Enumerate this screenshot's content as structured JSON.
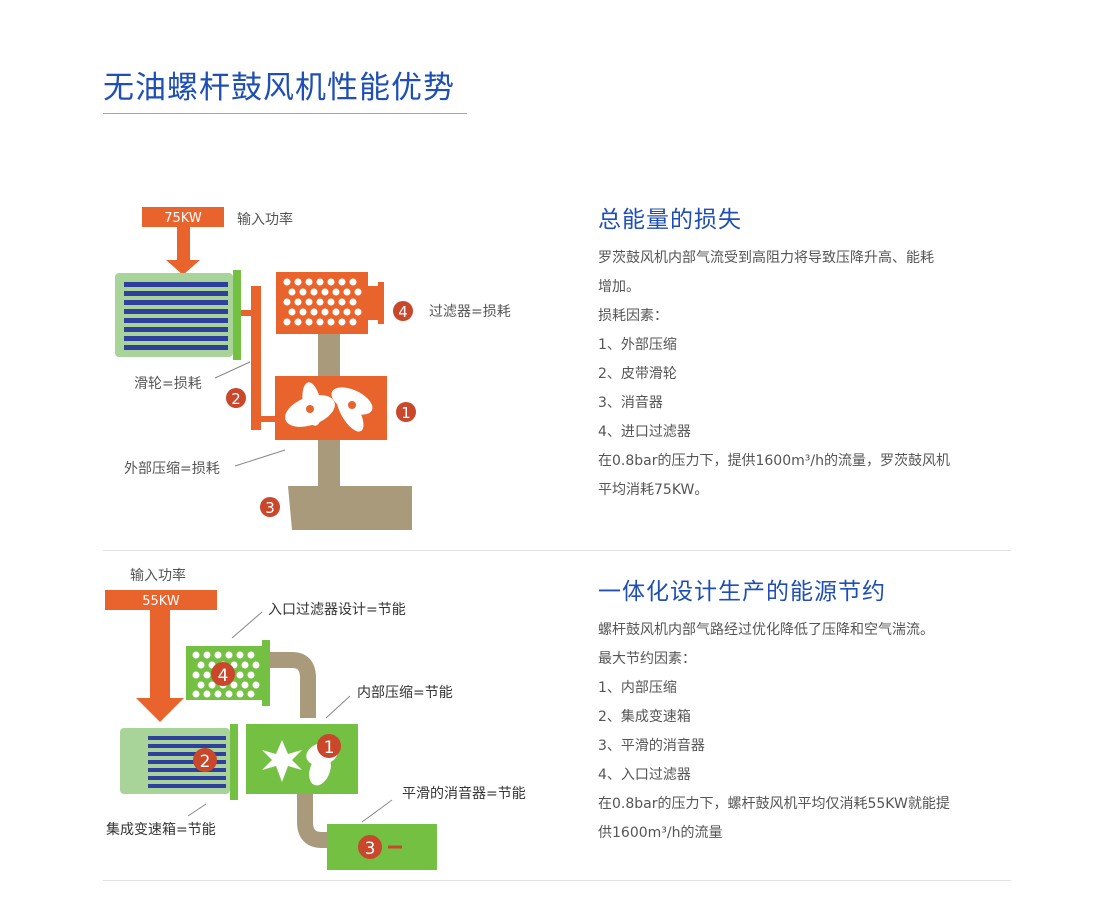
{
  "page_title": "无油螺杆鼓风机性能优势",
  "section1": {
    "heading": "总能量的损失",
    "lines": [
      "罗茨鼓风机内部气流受到高阻力将导致压降升高、能耗",
      "增加。",
      "损耗因素：",
      "1、外部压缩",
      "2、皮带滑轮",
      "3、消音器",
      "4、进口过滤器",
      "在0.8bar的压力下，提供1600m³/h的流量，罗茨鼓风机",
      "平均消耗75KW。"
    ],
    "diagram": {
      "power_value": "75KW",
      "power_label": "输入功率",
      "filter_label": "过滤器=损耗",
      "pulley_label": "滑轮=损耗",
      "compression_label": "外部压缩=损耗",
      "markers": [
        "1",
        "2",
        "3",
        "4"
      ]
    }
  },
  "section2": {
    "heading": "一体化设计生产的能源节约",
    "lines": [
      "螺杆鼓风机内部气路经过优化降低了压降和空气湍流。",
      "最大节约因素：",
      "1、内部压缩",
      "2、集成变速箱",
      "3、平滑的消音器",
      "4、入口过滤器",
      "在0.8bar的压力下，螺杆鼓风机平均仅消耗55KW就能提",
      "供1600m³/h的流量"
    ],
    "diagram": {
      "power_value": "55KW",
      "power_label": "输入功率",
      "filter_label": "入口过滤器设计=节能",
      "compression_label": "内部压缩=节能",
      "silencer_label": "平滑的消音器=节能",
      "gearbox_label": "集成变速箱=节能",
      "markers": [
        "1",
        "2",
        "3",
        "4"
      ]
    }
  },
  "colors": {
    "title_blue": "#1f4fb4",
    "orange": "#e8642c",
    "green": "#74c043",
    "pipe_tan": "#a89a7a",
    "motor_green": "#a8d49a",
    "motor_stripe": "#2e3f9e",
    "marker_red": "#c9472a"
  }
}
